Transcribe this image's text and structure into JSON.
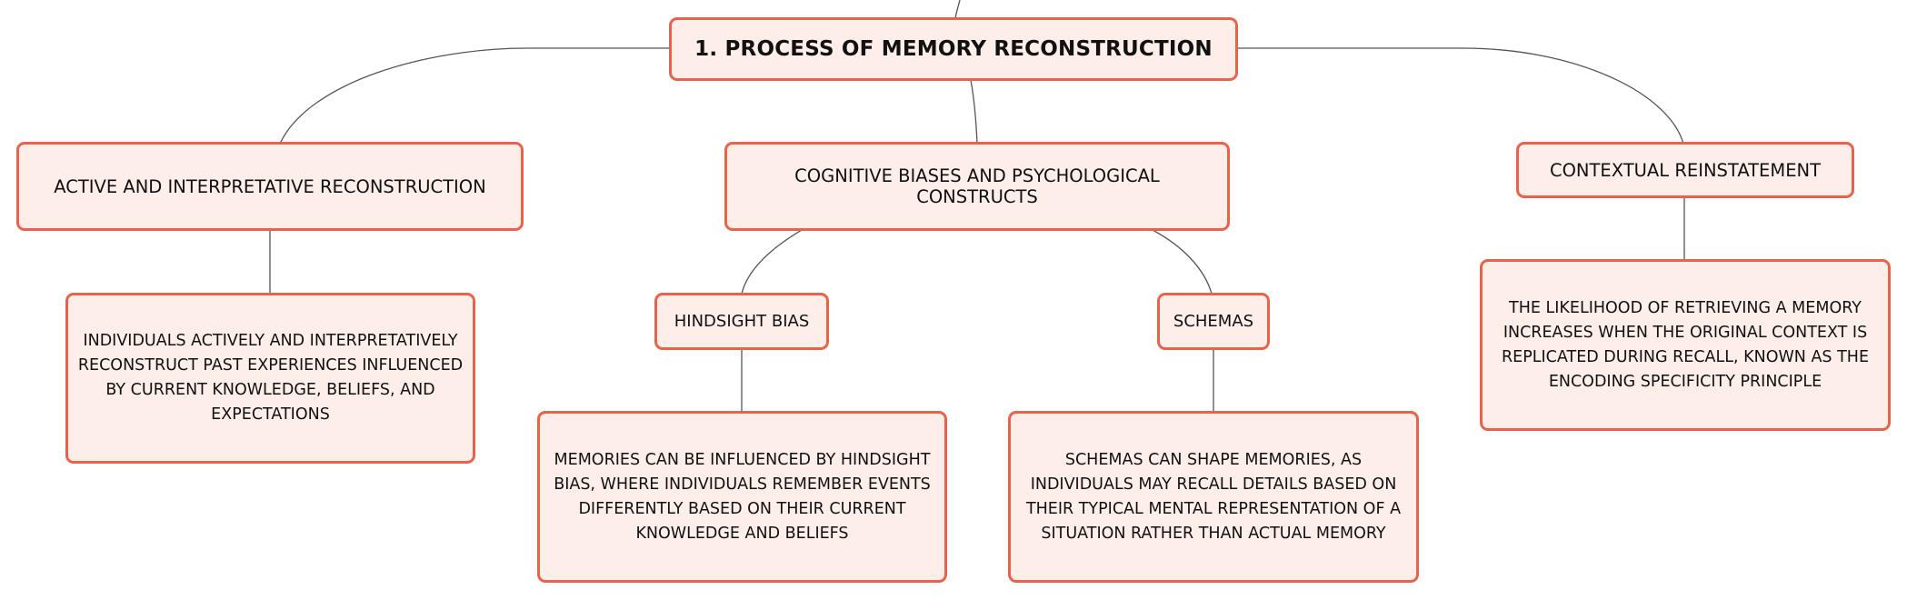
{
  "map": {
    "root": {
      "title": "1. PROCESS OF MEMORY RECONSTRUCTION"
    },
    "branches": [
      {
        "title": "ACTIVE AND INTERPRETATIVE RECONSTRUCTION",
        "detail": "INDIVIDUALS ACTIVELY AND INTERPRETATIVELY RECONSTRUCT PAST EXPERIENCES INFLUENCED BY CURRENT KNOWLEDGE, BELIEFS, AND EXPECTATIONS"
      },
      {
        "title": "COGNITIVE BIASES AND PSYCHOLOGICAL CONSTRUCTS",
        "children": [
          {
            "title": "HINDSIGHT BIAS",
            "detail": "MEMORIES CAN BE INFLUENCED BY HINDSIGHT BIAS, WHERE INDIVIDUALS REMEMBER EVENTS DIFFERENTLY BASED ON THEIR CURRENT KNOWLEDGE AND BELIEFS"
          },
          {
            "title": "SCHEMAS",
            "detail": "SCHEMAS CAN SHAPE MEMORIES, AS INDIVIDUALS MAY RECALL DETAILS BASED ON THEIR TYPICAL MENTAL REPRESENTATION OF A SITUATION RATHER THAN ACTUAL MEMORY"
          }
        ]
      },
      {
        "title": "CONTEXTUAL REINSTATEMENT",
        "detail": "THE LIKELIHOOD OF RETRIEVING A MEMORY INCREASES WHEN THE ORIGINAL CONTEXT IS REPLICATED DURING RECALL, KNOWN AS THE ENCODING SPECIFICITY PRINCIPLE"
      }
    ]
  }
}
